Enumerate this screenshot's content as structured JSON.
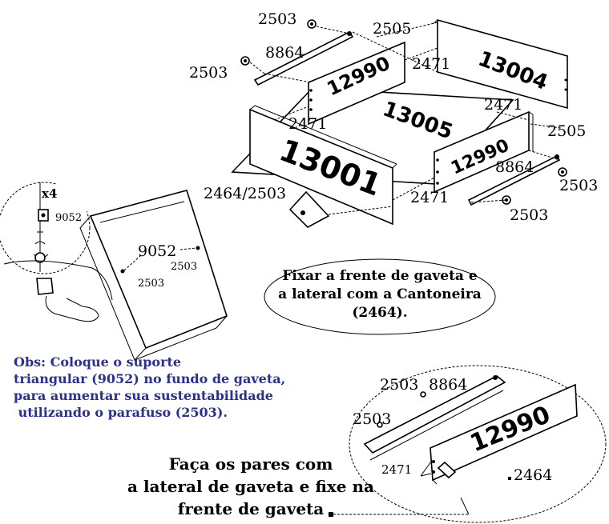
{
  "labels": {
    "screw_top": "2503",
    "dowel_top": "2505",
    "rail_left": "8864",
    "screw_left": "2503",
    "cam_back": "2471",
    "back_panel": "13004",
    "side_panel_back": "12990",
    "bottom_panel": "13005",
    "cam_right_top": "2471",
    "dowel_right": "2505",
    "cam_front_left": "2471",
    "side_panel_right": "12990",
    "rail_right": "8864",
    "screw_right_top": "2503",
    "front_panel": "13001",
    "bracket_combo": "2464/2503",
    "cam_front_bottom": "2471",
    "screw_right_bottom": "2503",
    "inset_qty": "x4",
    "inset_bracket": "9052",
    "detail_bracket": "9052",
    "detail_screw_right": "2503",
    "detail_screw_left": "2503",
    "zoom_screw_a": "2503",
    "zoom_rail": "8864",
    "zoom_screw_b": "2503",
    "zoom_panel": "12990",
    "zoom_cam": "2471",
    "zoom_bracket": "2464"
  },
  "callout_lines": [
    "Fixar a frente de gaveta e",
    "a lateral com a Cantoneira",
    "(2464)."
  ],
  "note_lines": [
    "Obs: Coloque o suporte",
    "triangular (9052) no fundo de gaveta,",
    "para aumentar sua sustentabilidade",
    " utilizando o parafuso (2503)."
  ],
  "bottom_lines": [
    "Faça os pares com",
    "a lateral de gaveta e fixe na",
    "frente de gaveta"
  ],
  "colors": {
    "note_text": "#2b2f8f",
    "ink": "#000000"
  }
}
